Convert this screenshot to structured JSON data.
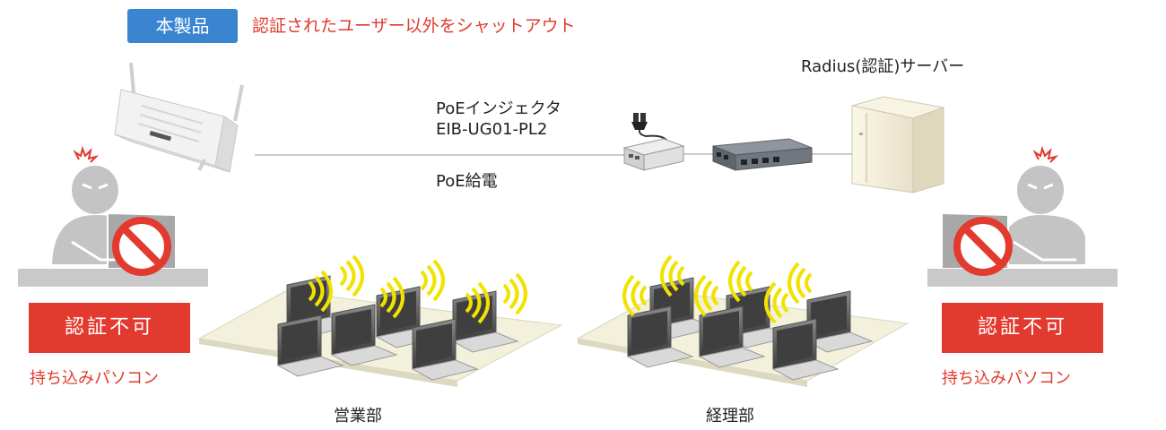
{
  "header": {
    "product_badge": "本製品",
    "headline": "認証されたユーザー以外をシャットアウト"
  },
  "network": {
    "injector_label_line1": "PoEインジェクタ",
    "injector_label_line2": "EIB-UG01-PL2",
    "poe_supply_label": "PoE給電",
    "server_label": "Radius(認証)サーバー"
  },
  "left_intruder": {
    "status": "認証不可",
    "caption": "持ち込みパソコン"
  },
  "right_intruder": {
    "status": "認証不可",
    "caption": "持ち込みパソコン"
  },
  "departments": {
    "sales": "営業部",
    "accounting": "経理部"
  },
  "colors": {
    "badge_blue": "#3a85d0",
    "alert_red": "#e23a2e",
    "wifi_yellow": "#f2e200"
  }
}
